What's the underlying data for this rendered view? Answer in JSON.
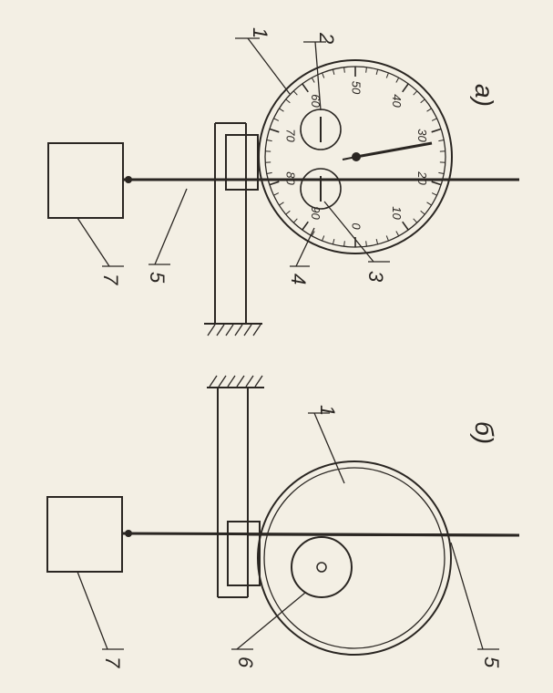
{
  "figure_a": {
    "label": "а)",
    "parts": {
      "p1": "1",
      "p2": "2",
      "p3": "3",
      "p4": "4",
      "p5": "5",
      "p7": "7"
    },
    "dial": {
      "ticks": [
        "0",
        "10",
        "20",
        "30",
        "40",
        "50",
        "60",
        "70",
        "80",
        "90"
      ]
    }
  },
  "figure_b": {
    "label": "б)",
    "parts": {
      "p1": "1",
      "p5": "5",
      "p6": "6",
      "p7": "7"
    }
  },
  "colors": {
    "ink": "#2a2622",
    "paper": "#f3efe4"
  }
}
